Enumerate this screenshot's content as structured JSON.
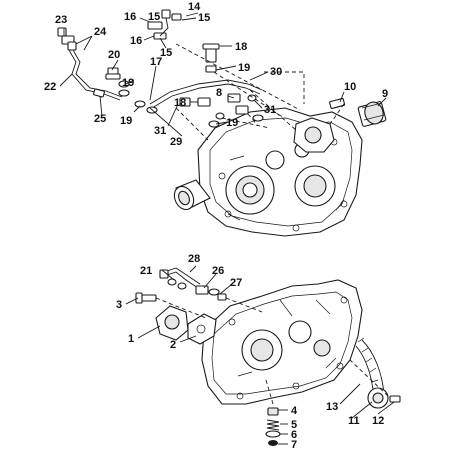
{
  "callouts": [
    "23",
    "24",
    "16",
    "15",
    "14",
    "15",
    "16",
    "15",
    "18",
    "20",
    "17",
    "19",
    "30",
    "22",
    "19",
    "25",
    "19",
    "10",
    "9",
    "8",
    "18",
    "31",
    "19",
    "31",
    "29",
    "28",
    "21",
    "26",
    "27",
    "3",
    "1",
    "2",
    "13",
    "4",
    "5",
    "6",
    "7",
    "11",
    "12"
  ],
  "colors": {
    "ink": "#1a1a1a",
    "paper": "#ffffff",
    "shade": "#e6e6e6"
  }
}
